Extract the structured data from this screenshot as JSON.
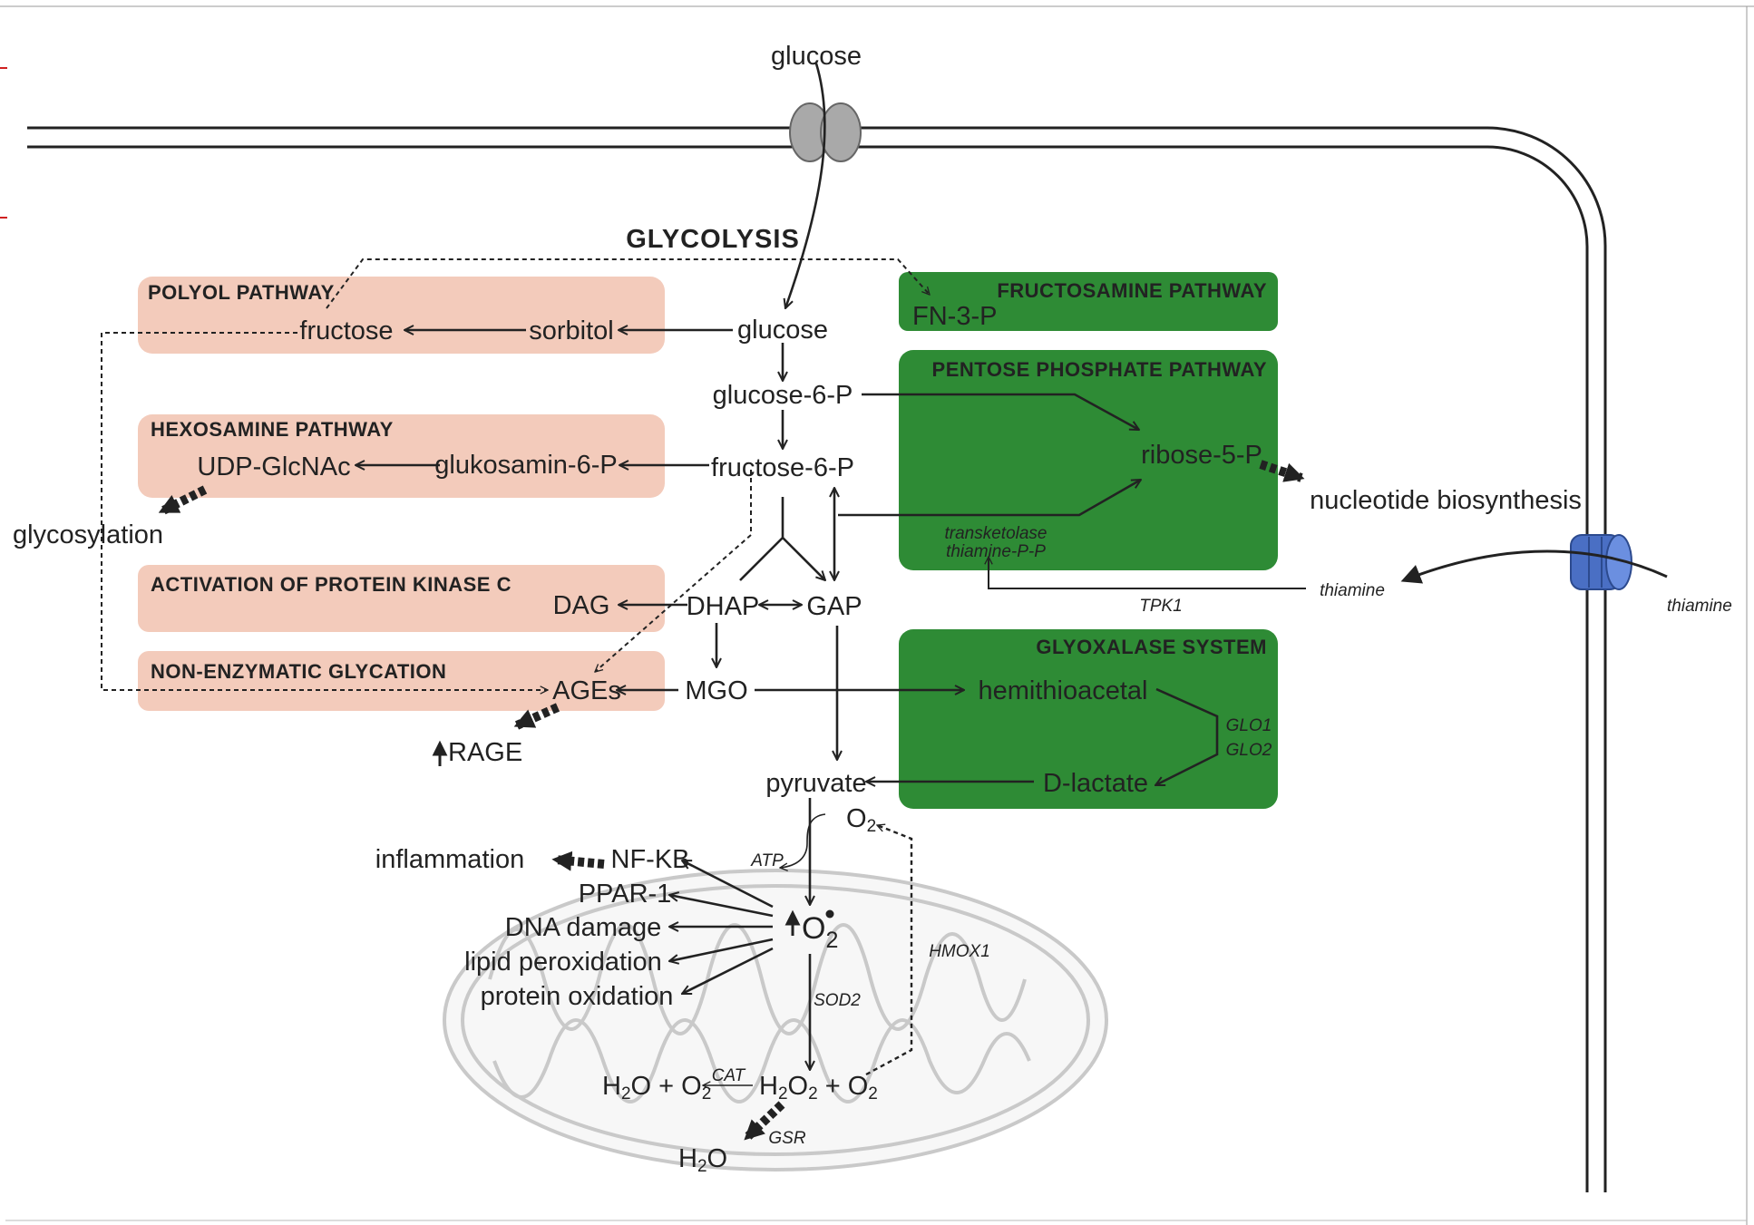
{
  "colors": {
    "pink_box": "#f3cbbb",
    "green_box": "#2e8b35",
    "arrow": "#222222",
    "channel_gray": "#a9a9a9",
    "channel_blue": "#4a6fc4",
    "mito": "#c9c9c9",
    "red_mark": "#d02020"
  },
  "title": "GLYCOLYSIS",
  "outside": {
    "glucose": "glucose",
    "thiamine": "thiamine"
  },
  "pathways": {
    "polyol": {
      "title": "POLYOL PATHWAY",
      "fructose": "fructose",
      "sorbitol": "sorbitol"
    },
    "hexosamine": {
      "title": "HEXOSAMINE PATHWAY",
      "udp": "UDP-GlcNAc",
      "glukosamin": "glukosamin-6-P"
    },
    "pkc": {
      "title": "ACTIVATION OF PROTEIN KINASE C",
      "dag": "DAG"
    },
    "glycation": {
      "title": "NON-ENZYMATIC GLYCATION",
      "ages": "AGEs"
    },
    "fructosamine": {
      "title": "FRUCTOSAMINE PATHWAY",
      "fn3p": "FN-3-P"
    },
    "pentose": {
      "title": "PENTOSE PHOSPHATE PATHWAY",
      "ribose": "ribose-5-P",
      "enzyme1": "transketolase",
      "enzyme2": "thiamine-P-P"
    },
    "glyoxalase": {
      "title": "GLYOXALASE SYSTEM",
      "hemi": "hemithioacetal",
      "dlactate": "D-lactate",
      "glo1": "GLO1",
      "glo2": "GLO2"
    }
  },
  "glycolysis": {
    "glucose": "glucose",
    "g6p": "glucose-6-P",
    "f6p": "fructose-6-P",
    "dhap": "DHAP",
    "gap": "GAP",
    "mgo": "MGO",
    "pyruvate": "pyruvate"
  },
  "outcomes": {
    "glycosylation": "glycosylation",
    "rage": "RAGE",
    "nucleotide": "nucleotide biosynthesis",
    "thiamine_in": "thiamine",
    "tpk1": "TPK1",
    "inflammation": "inflammation"
  },
  "mito": {
    "o2": "O",
    "o2_sub": "2",
    "atp": "ATP",
    "superoxide": "O",
    "superoxide_sub": "2",
    "nfkb": "NF-KB",
    "ppar": "PPAR-1",
    "dna": "DNA damage",
    "lipid": "lipid peroxidation",
    "protein": "protein oxidation",
    "sod2": "SOD2",
    "hmox1": "HMOX1",
    "cat": "CAT",
    "gsr": "GSR",
    "h2o_o2_a": "H",
    "h2o_o2_b": "2",
    "h2o_o2_c": "O + O",
    "h2o_o2_d": "2",
    "h2o2_a": "H",
    "h2o2_b": "2",
    "h2o2_c": "O",
    "h2o2_d": "2",
    "h2o2_e": " + O",
    "h2o2_f": "2",
    "h2o_a": "H",
    "h2o_b": "2",
    "h2o_c": "O"
  }
}
